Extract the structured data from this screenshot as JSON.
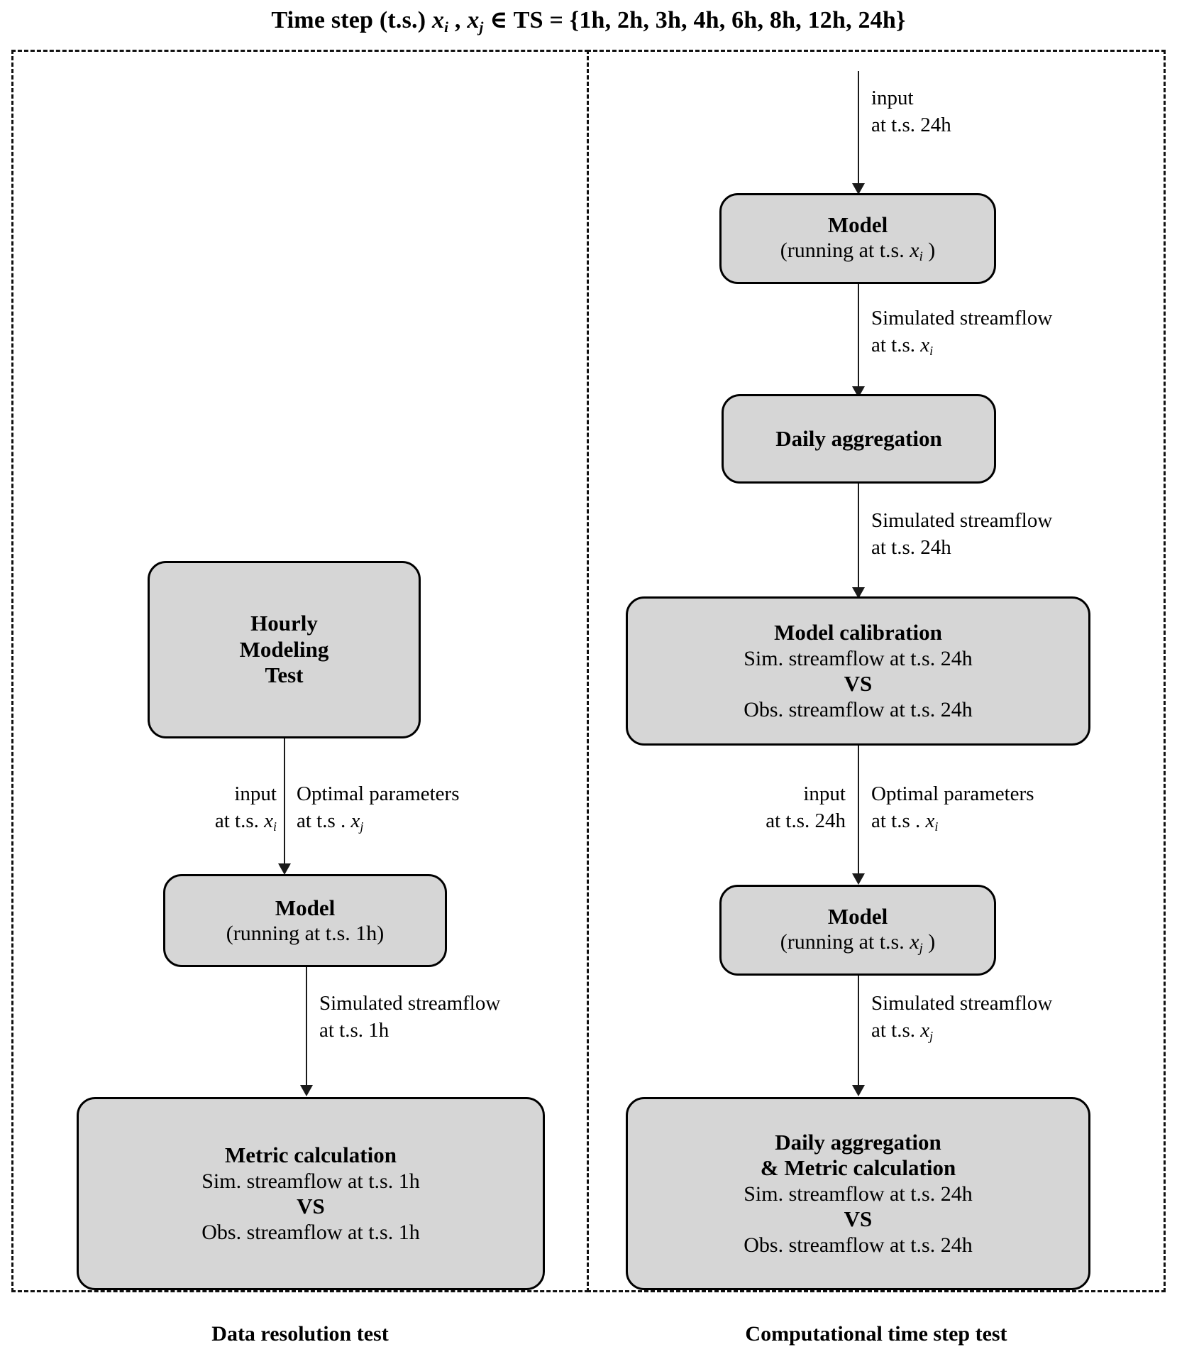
{
  "title": {
    "prefix": "Time step (t.s.) ",
    "var_i": "x",
    "sub_i": "i",
    "mid": " , ",
    "var_j": "x",
    "sub_j": "j",
    "suffix": " ∈ TS = {1h, 2h, 3h, 4h, 6h, 8h, 12h, 24h}"
  },
  "captions": {
    "left": "Data resolution test",
    "right": "Computational  time step test"
  },
  "left_panel": {
    "boxes": {
      "hourly_test": {
        "line1": "Hourly",
        "line2": "Modeling",
        "line3": "Test"
      },
      "model_1h": {
        "line1": "Model",
        "line2": "(running at t.s. 1h)"
      },
      "metric_calc": {
        "line1": "Metric calculation",
        "line2": "Sim. streamflow at t.s. 1h",
        "line3": "VS",
        "line4": "Obs. streamflow at t.s. 1h"
      }
    },
    "edges": {
      "input_left": {
        "line1": "input",
        "line2_prefix": "at t.s. ",
        "line2_var": "x",
        "line2_sub": "i"
      },
      "optimal_right": {
        "line1": "Optimal parameters",
        "line2_prefix": "at t.s . ",
        "line2_var": "x",
        "line2_sub": "j"
      },
      "sim_streamflow": {
        "line1": "Simulated streamflow",
        "line2": "at t.s. 1h"
      }
    }
  },
  "right_panel": {
    "boxes": {
      "model_xi": {
        "line1": "Model",
        "line2_prefix": "(running at t.s. ",
        "line2_var": "x",
        "line2_sub": "i",
        "line2_suffix": " )"
      },
      "daily_agg": {
        "line1": "Daily aggregation"
      },
      "model_calibration": {
        "line1": "Model calibration",
        "line2": "Sim. streamflow at t.s. 24h",
        "line3": "VS",
        "line4": "Obs. streamflow at t.s. 24h"
      },
      "model_xj": {
        "line1": "Model",
        "line2_prefix": "(running at t.s. ",
        "line2_var": "x",
        "line2_sub": "j",
        "line2_suffix": " )"
      },
      "daily_agg_metric": {
        "line1": "Daily aggregation",
        "line2": "& Metric calculation",
        "line3": "Sim. streamflow at t.s. 24h",
        "line4": "VS",
        "line5": "Obs. streamflow at t.s. 24h"
      }
    },
    "edges": {
      "input_24h_top": {
        "line1": "input",
        "line2": "at t.s. 24h"
      },
      "sim_xi": {
        "line1": "Simulated streamflow",
        "line2_prefix": "at t.s. ",
        "line2_var": "x",
        "line2_sub": "i"
      },
      "sim_24h": {
        "line1": "Simulated streamflow",
        "line2": "at t.s. 24h"
      },
      "input_24h_mid": {
        "line1": "input",
        "line2": "at t.s. 24h"
      },
      "optimal_xi": {
        "line1": "Optimal parameters",
        "line2_prefix": "at t.s . ",
        "line2_var": "x",
        "line2_sub": "i"
      },
      "sim_xj": {
        "line1": "Simulated streamflow",
        "line2_prefix": "at t.s. ",
        "line2_var": "x",
        "line2_sub": "j"
      }
    }
  },
  "colors": {
    "box_fill": "#d6d6d6",
    "box_stroke": "#000000",
    "panel_border": "#111111",
    "connector": "#1a1a1a"
  }
}
